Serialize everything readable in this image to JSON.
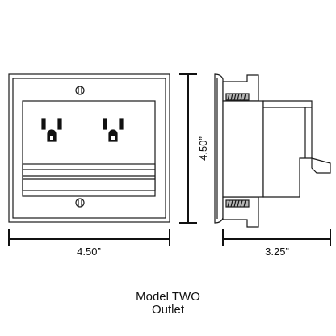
{
  "figure": {
    "caption_line1": "Model TWO",
    "caption_line2": "Outlet"
  },
  "dimensions": {
    "width": "4.50”",
    "height": "4.50”",
    "depth": "3.25”"
  },
  "colors": {
    "line": "#1a1a1a",
    "fill": "#ffffff",
    "shade": "#e6e6e6",
    "thread": "#b5b5b5"
  }
}
